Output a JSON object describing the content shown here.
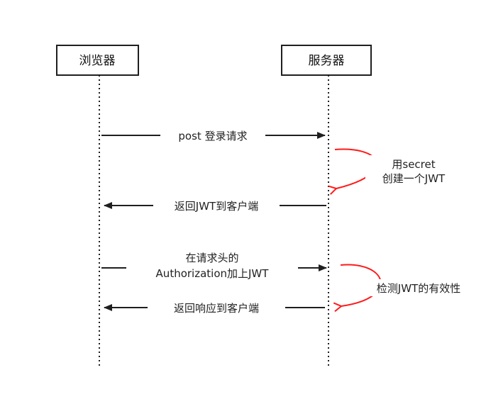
{
  "participants": {
    "browser": "浏览器",
    "server": "服务器"
  },
  "messages": {
    "post_login": "post 登录请求",
    "return_jwt": "返回JWT到客户端",
    "auth_header_line1": "在请求头的",
    "auth_header_line2": "Authorization加上JWT",
    "return_response": "返回响应到客户端"
  },
  "notes": {
    "create_jwt_line1": "用secret",
    "create_jwt_line2": "创建一个JWT",
    "verify_jwt": "检测JWT的有效性"
  },
  "colors": {
    "line": "#1f1f1f",
    "self_arrow": "#ff1a1a"
  }
}
